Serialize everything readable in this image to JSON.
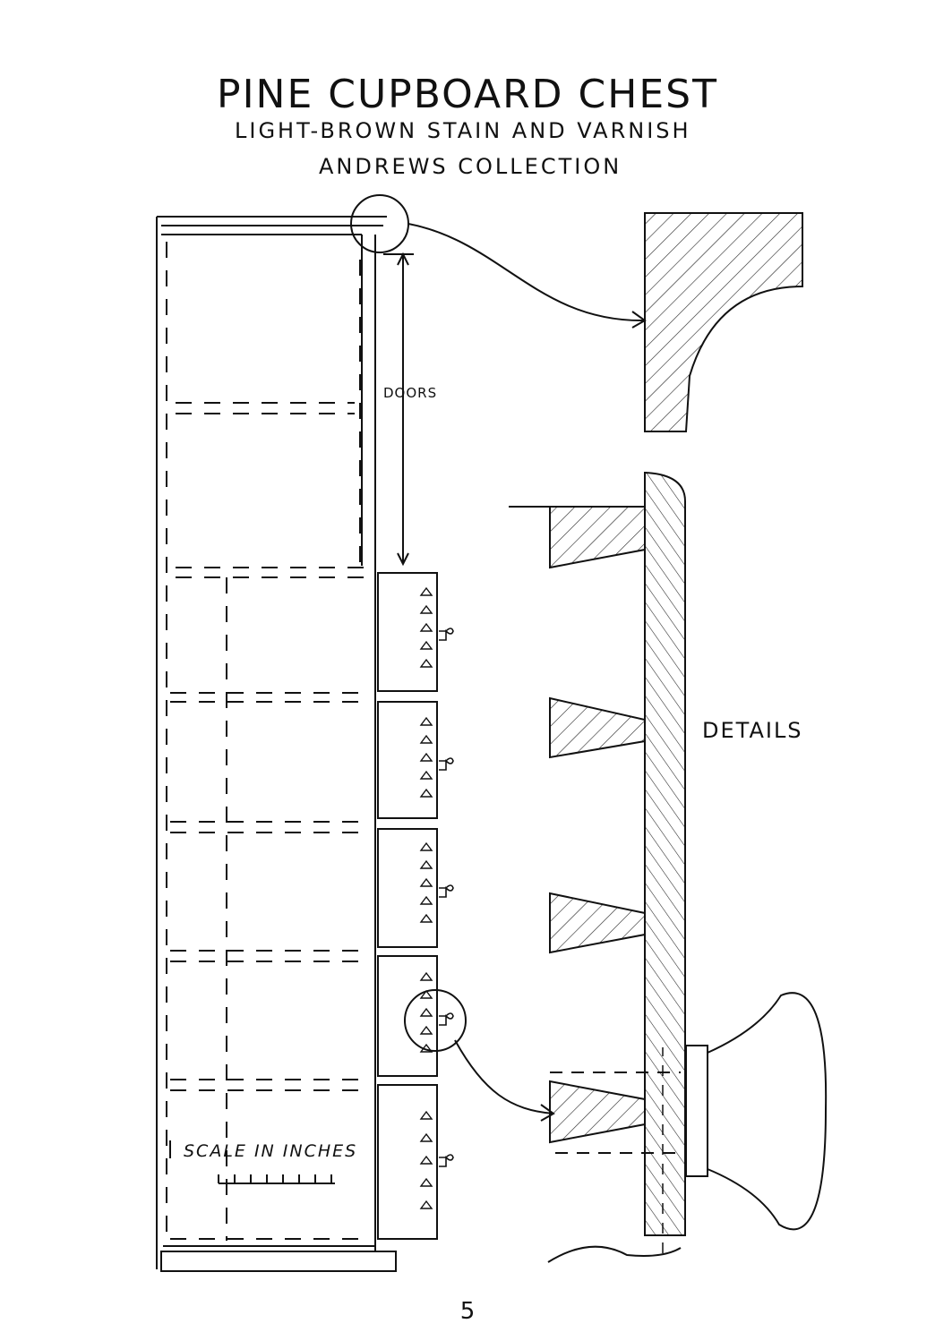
{
  "title": "PINE CUPBOARD CHEST",
  "subtitle": "LIGHT-BROWN STAIN AND VARNISH",
  "collection": "ANDREWS COLLECTION",
  "labels": {
    "doors": "DOORS",
    "details": "DETAILS",
    "scale": "SCALE IN INCHES"
  },
  "page_number": "5",
  "colors": {
    "ink": "#111111",
    "paper": "#ffffff"
  }
}
